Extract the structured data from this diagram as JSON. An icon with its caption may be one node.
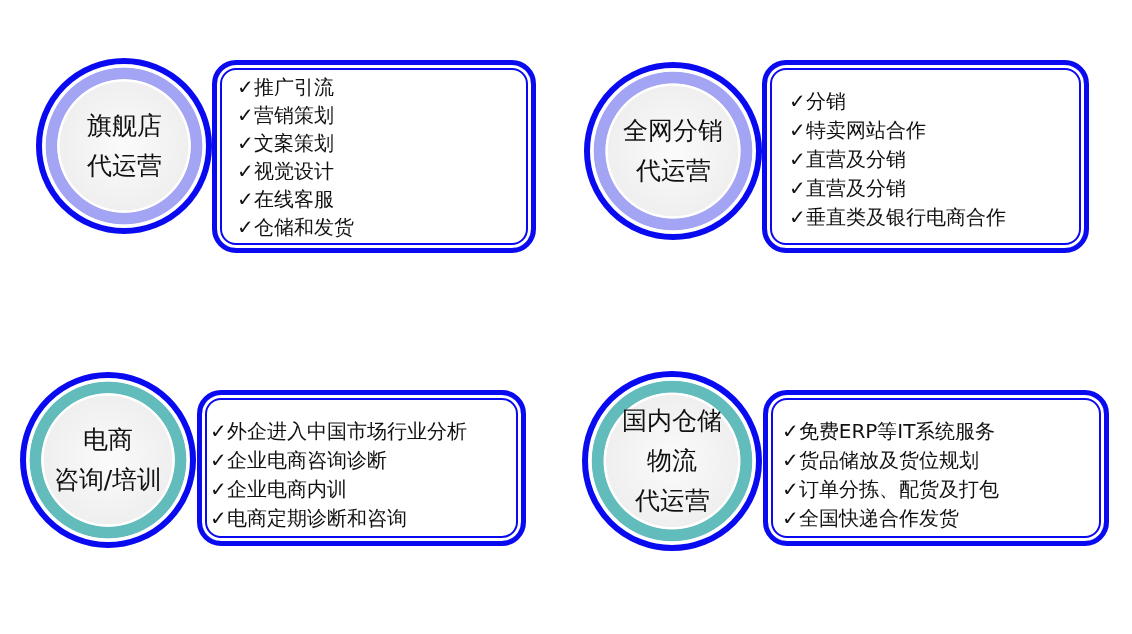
{
  "diagram": {
    "nodes": [
      {
        "text": [
          "旗舰店代运营"
        ]
      },
      {
        "text": [
          "✓推广引流",
          "✓营销策划",
          "✓文案策划",
          "✓视觉设计",
          "✓在线客服",
          "✓仓储和发货"
        ]
      },
      {
        "text": [
          "全网分销代运营"
        ]
      },
      {
        "text": [
          "✓分销",
          "✓特卖网站合作",
          "✓直营及分销",
          "✓直营及分销",
          "✓垂直类及银行电商合作"
        ]
      },
      {
        "text": [
          "电商咨询/培训"
        ]
      },
      {
        "text": [
          "✓外企进入中国市场行业分析",
          "✓企业电商咨询诊断",
          "✓企业电商内训",
          "✓电商定期诊断和咨询"
        ]
      },
      {
        "text": [
          "国内仓储物流代运营"
        ]
      },
      {
        "text": [
          "✓免费ERP等IT系统服务",
          "✓货品储放及货位规划",
          "✓订单分拣、配货及打包",
          "✓全国快递合作发货"
        ]
      }
    ]
  }
}
